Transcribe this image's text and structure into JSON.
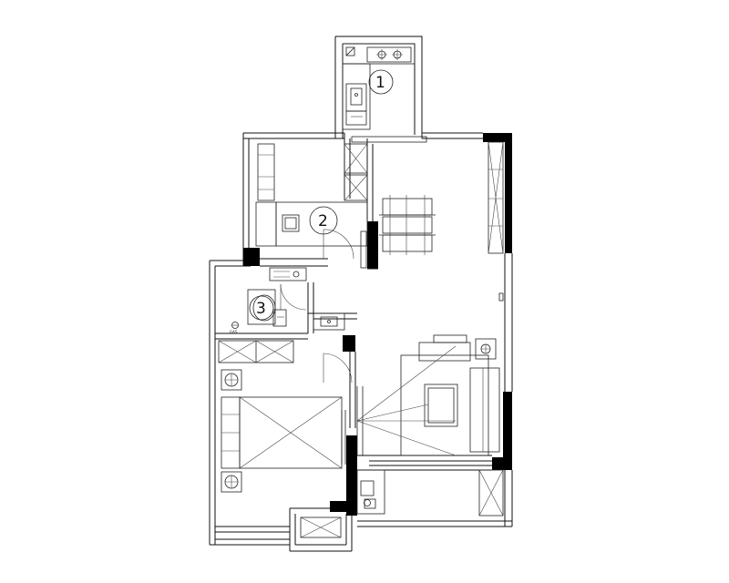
{
  "plan": {
    "room_markers": [
      {
        "number": "1"
      },
      {
        "number": "2"
      },
      {
        "number": "3"
      }
    ],
    "small_label": "GAS"
  }
}
